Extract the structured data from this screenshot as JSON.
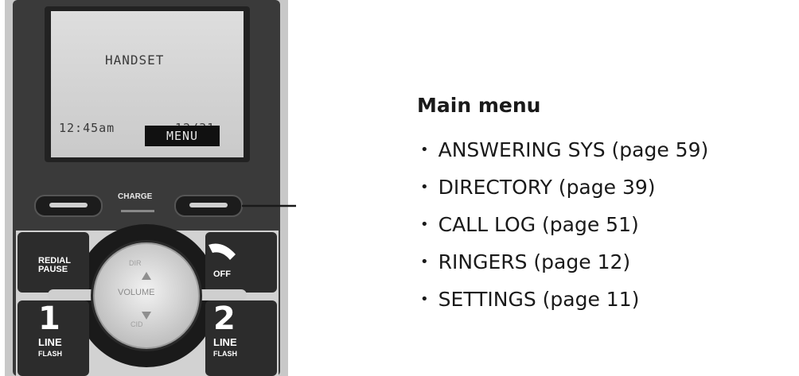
{
  "handset": {
    "screen_title": "HANDSET",
    "time": "12:45am",
    "date": "12/31",
    "softkey_label": "MENU",
    "charge_label": "CHARGE",
    "redial_label": "REDIAL",
    "pause_label": "PAUSE",
    "off_label": "OFF",
    "dir_label": "DIR",
    "volume_label": "VOLUME",
    "cid_label": "CID",
    "line1_number": "1",
    "line1_label": "LINE",
    "line1_flash": "FLASH",
    "line2_number": "2",
    "line2_label": "LINE",
    "line2_flash": "FLASH"
  },
  "callout": {
    "title": "Main menu",
    "items": [
      "ANSWERING SYS (page 59)",
      "DIRECTORY (page 39)",
      "CALL LOG (page 51)",
      "RINGERS (page 12)",
      "SETTINGS (page 11)"
    ]
  },
  "colors": {
    "body": "#3b3b3b",
    "frame": "#c9c9c9",
    "screen": "#d8d8d8",
    "text": "#1a1a1a"
  }
}
